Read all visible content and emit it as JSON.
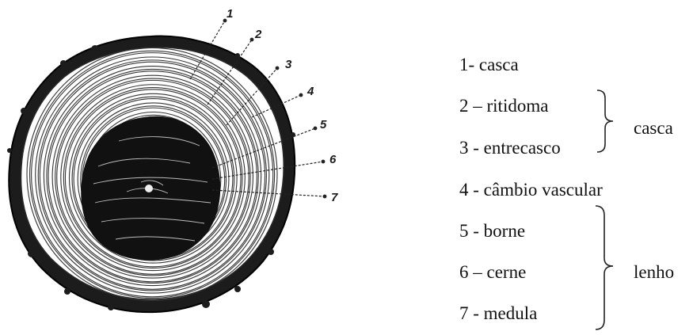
{
  "diagram": {
    "callouts": [
      "1",
      "2",
      "3",
      "4",
      "5",
      "6",
      "7"
    ]
  },
  "legend": {
    "items": [
      "1- casca",
      "2 – ritidoma",
      "3 - entrecasco",
      "4 - câmbio vascular",
      "5 - borne",
      "6 – cerne",
      "7 - medula"
    ],
    "groups": {
      "casca": "casca",
      "lenho": "lenho"
    }
  },
  "colors": {
    "ink": "#111111",
    "bark": "#1a1a1a",
    "ring": "#ffffff"
  }
}
